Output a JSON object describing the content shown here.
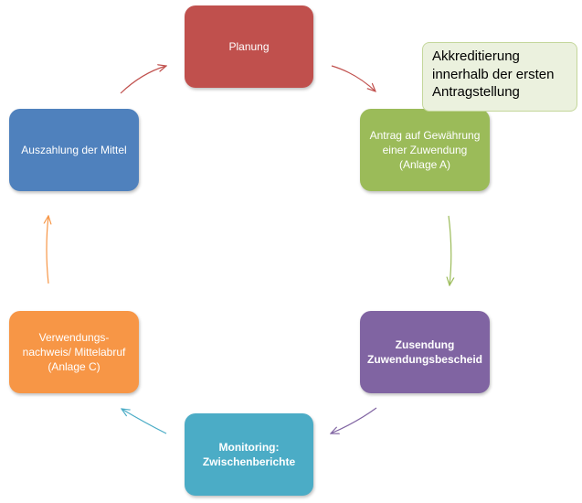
{
  "nodes": {
    "planung": {
      "label": "Planung",
      "color": "#c0504d"
    },
    "antrag": {
      "label": "Antrag auf Gewährung\neiner Zuwendung\n(Anlage A)",
      "color": "#9bbb59"
    },
    "zusendung": {
      "label": "Zusendung\nZuwendungsbescheid",
      "color": "#8064a2"
    },
    "monitoring": {
      "label": "Monitoring:\nZwischenberichte",
      "color": "#4bacc6"
    },
    "verwendung": {
      "label": "Verwendungs-\nnachweis/ Mittelabruf\n(Anlage C)",
      "color": "#f79646"
    },
    "auszahlung": {
      "label": "Auszahlung der Mittel",
      "color": "#4f81bd"
    }
  },
  "callout": {
    "text": "Akkreditierung\ninnerhalb der ersten\nAntragstellung",
    "color": "#ebf1de"
  },
  "edges": [
    {
      "from": "planung",
      "to": "antrag",
      "color": "#c0504d"
    },
    {
      "from": "antrag",
      "to": "zusendung",
      "color": "#9bbb59"
    },
    {
      "from": "zusendung",
      "to": "monitoring",
      "color": "#8064a2"
    },
    {
      "from": "monitoring",
      "to": "verwendung",
      "color": "#4bacc6"
    },
    {
      "from": "verwendung",
      "to": "auszahlung",
      "color": "#f79646"
    },
    {
      "from": "auszahlung",
      "to": "planung",
      "color": "#c0504d"
    }
  ]
}
